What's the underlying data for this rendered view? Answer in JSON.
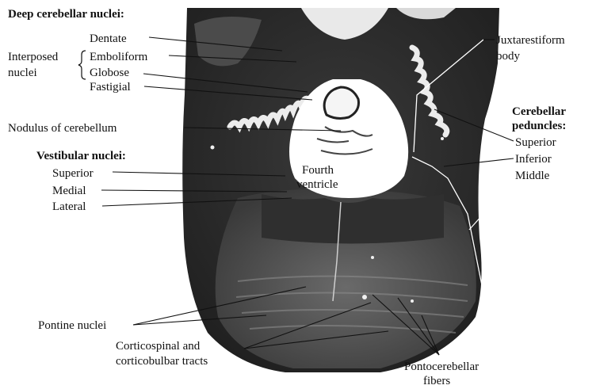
{
  "groups": {
    "deep_cerebellar_nuclei": "Deep cerebellar nuclei:",
    "vestibular_nuclei": "Vestibular nuclei:",
    "cerebellar_peduncles_line1": "Cerebellar",
    "cerebellar_peduncles_line2": "peduncles:"
  },
  "labels": {
    "dentate": "Dentate",
    "interposed_line1": "Interposed",
    "interposed_line2": "nuclei",
    "emboliform": "Emboliform",
    "globose": "Globose",
    "fastigial": "Fastigial",
    "nodulus": "Nodulus of cerebellum",
    "vest_superior": "Superior",
    "vest_medial": "Medial",
    "vest_lateral": "Lateral",
    "fourth_ventricle_line1": "Fourth",
    "fourth_ventricle_line2": "ventricle",
    "juxtarestiform_line1": "Juxtarestiform",
    "juxtarestiform_line2": "body",
    "ped_superior": "Superior",
    "ped_inferior": "Inferior",
    "ped_middle": "Middle",
    "pontine_nuclei": "Pontine nuclei",
    "corticospinal_line1": "Corticospinal and",
    "corticospinal_line2": "corticobulbar tracts",
    "pontocerebellar_line1": "Pontocerebellar",
    "pontocerebellar_line2": "fibers"
  },
  "colors": {
    "tissue_dark": "#2b2b2b",
    "tissue_mid": "#5a5a5a",
    "white_matter": "#f2f2f2",
    "label_text": "#111111"
  }
}
